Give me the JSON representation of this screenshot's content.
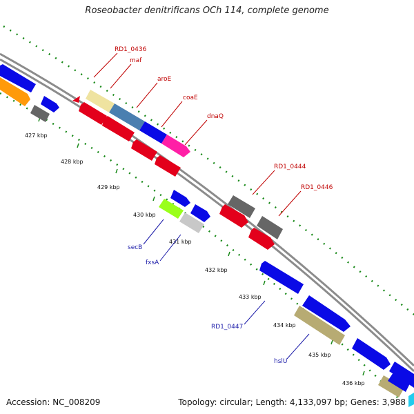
{
  "title": "Roseobacter denitrificans OCh 114, complete genome",
  "footer": {
    "accession": "Accession: NC_008209",
    "topology": "Topology: circular; Length: 4,133,097 bp; Genes: 3,988"
  },
  "ticks": [
    "427 kbp",
    "428 kbp",
    "429 kbp",
    "430 kbp",
    "431 kbp",
    "432 kbp",
    "433 kbp",
    "434 kbp",
    "435 kbp",
    "436 kbp"
  ],
  "gene_labels": {
    "rd1_0436": "RD1_0436",
    "maf": "maf",
    "aroe": "aroE",
    "coae": "coaE",
    "dnaq": "dnaQ",
    "rd1_0444": "RD1_0444",
    "rd1_0446": "RD1_0446",
    "secb": "secB",
    "fxsa": "fxsA",
    "rd1_0447": "RD1_0447",
    "hslu": "hslU"
  },
  "colors": {
    "red": "#e3001b",
    "blue": "#0a0ae6",
    "darkgray": "#666666",
    "lightgray": "#c8c8c8",
    "pale_yellow": "#efe3a0",
    "steel_blue": "#4a7fb0",
    "magenta": "#ff1fa6",
    "orange": "#ff9a0a",
    "lime": "#9aff1a",
    "khaki": "#b7ab73",
    "backbone": "#8c8c8c",
    "dots": "#1a8a1a",
    "label_red": "#c00000",
    "label_blue": "#1a1aa8"
  }
}
